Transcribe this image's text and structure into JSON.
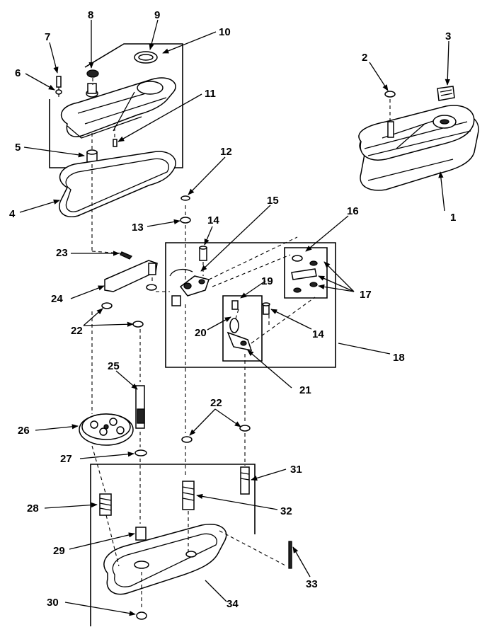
{
  "callouts": [
    "1",
    "2",
    "3",
    "4",
    "5",
    "6",
    "7",
    "8",
    "9",
    "10",
    "11",
    "12",
    "13",
    "14",
    "14",
    "15",
    "16",
    "17",
    "18",
    "19",
    "20",
    "21",
    "22",
    "22",
    "23",
    "24",
    "25",
    "26",
    "27",
    "28",
    "29",
    "30",
    "31",
    "32",
    "33",
    "34"
  ]
}
